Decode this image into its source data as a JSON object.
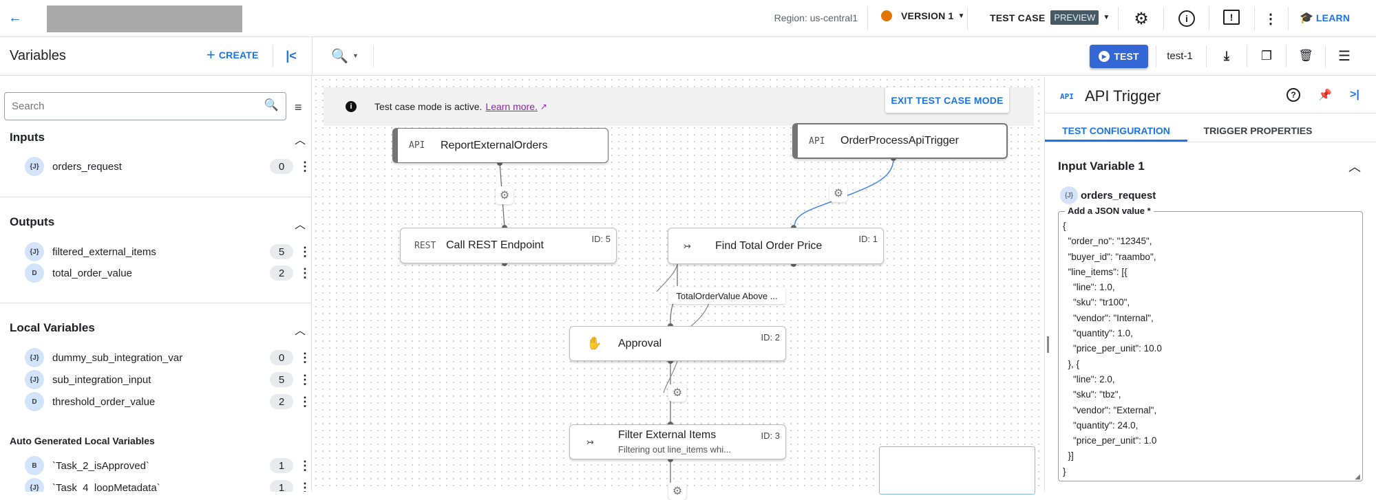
{
  "topbar": {
    "back_icon": "arrow-left-icon",
    "region": "Region: us-central1",
    "version_label": "VERSION 1",
    "version_status_color": "#e37400",
    "test_case_label": "TEST CASE",
    "preview_badge": "PREVIEW",
    "learn_label": "LEARN",
    "icons": [
      "gear-icon",
      "info-icon",
      "feedback-icon",
      "more-vert-icon",
      "school-icon"
    ]
  },
  "toolbar": {
    "variables_title": "Variables",
    "create_label": "CREATE",
    "test_button": "TEST",
    "test_case_name": "test-1",
    "accent": "#1a73e8"
  },
  "variables": {
    "search_placeholder": "Search",
    "sections": [
      {
        "title": "Inputs",
        "items": [
          {
            "type": "{J}",
            "name": "orders_request",
            "count": "0"
          }
        ]
      },
      {
        "title": "Outputs",
        "items": [
          {
            "type": "{J}",
            "name": "filtered_external_items",
            "count": "5"
          },
          {
            "type": "D",
            "name": "total_order_value",
            "count": "2"
          }
        ]
      },
      {
        "title": "Local Variables",
        "items": [
          {
            "type": "{J}",
            "name": "dummy_sub_integration_var",
            "count": "0"
          },
          {
            "type": "{J}",
            "name": "sub_integration_input",
            "count": "5"
          },
          {
            "type": "D",
            "name": "threshold_order_value",
            "count": "2"
          }
        ]
      },
      {
        "title": "Auto Generated Local Variables",
        "items": [
          {
            "type": "B",
            "name": "`Task_2_isApproved`",
            "count": "1"
          },
          {
            "type": "{J}",
            "name": "`Task_4_loopMetadata`",
            "count": "1"
          }
        ]
      }
    ]
  },
  "canvas": {
    "banner_text": "Test case mode is active.",
    "banner_link": "Learn more.",
    "exit_button": "EXIT TEST CASE MODE",
    "nodes": [
      {
        "type": "API",
        "name": "ReportExternalOrders"
      },
      {
        "type": "API",
        "name": "OrderProcessApiTrigger"
      },
      {
        "type": "REST",
        "name": "Call REST Endpoint",
        "id": "ID: 5"
      },
      {
        "type": "↣",
        "name": "Find Total Order Price",
        "id": "ID: 1"
      },
      {
        "type": "✋",
        "name": "Approval",
        "id": "ID: 2"
      },
      {
        "type": "↣",
        "name": "Filter External Items",
        "id": "ID: 3",
        "subtitle": "Filtering out line_items whi..."
      }
    ],
    "edge_label": "TotalOrderValue Above ..."
  },
  "panel": {
    "type_label": "API",
    "title": "API Trigger",
    "tabs": [
      "TEST CONFIGURATION",
      "TRIGGER PROPERTIES"
    ],
    "active_tab": "TEST CONFIGURATION",
    "section_title": "Input Variable 1",
    "variable_type": "{J}",
    "variable_name": "orders_request",
    "json_label": "Add a JSON value *",
    "json_value": "{\n  \"order_no\": \"12345\",\n  \"buyer_id\": \"raambo\",\n  \"line_items\": [{\n    \"line\": 1.0,\n    \"sku\": \"tr100\",\n    \"vendor\": \"Internal\",\n    \"quantity\": 1.0,\n    \"price_per_unit\": 10.0\n  }, {\n    \"line\": 2.0,\n    \"sku\": \"tbz\",\n    \"vendor\": \"External\",\n    \"quantity\": 24.0,\n    \"price_per_unit\": 1.0\n  }]\n}"
  }
}
